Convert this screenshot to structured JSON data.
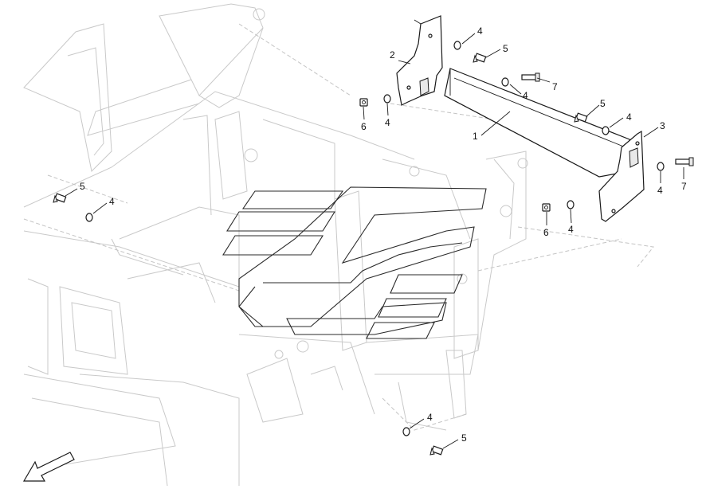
{
  "callouts": {
    "c1": "1",
    "c2": "2",
    "c3": "3",
    "c4a": "4",
    "c4b": "4",
    "c4c": "4",
    "c4d": "4",
    "c4e": "4",
    "c4f": "4",
    "c4g": "4",
    "c4h": "4",
    "c5a": "5",
    "c5b": "5",
    "c5c": "5",
    "c5d": "5",
    "c6a": "6",
    "c6b": "6",
    "c7a": "7",
    "c7b": "7"
  },
  "icons": {
    "watermark": "brand-logo-watermark",
    "orientation": "front-direction-arrow-icon"
  }
}
